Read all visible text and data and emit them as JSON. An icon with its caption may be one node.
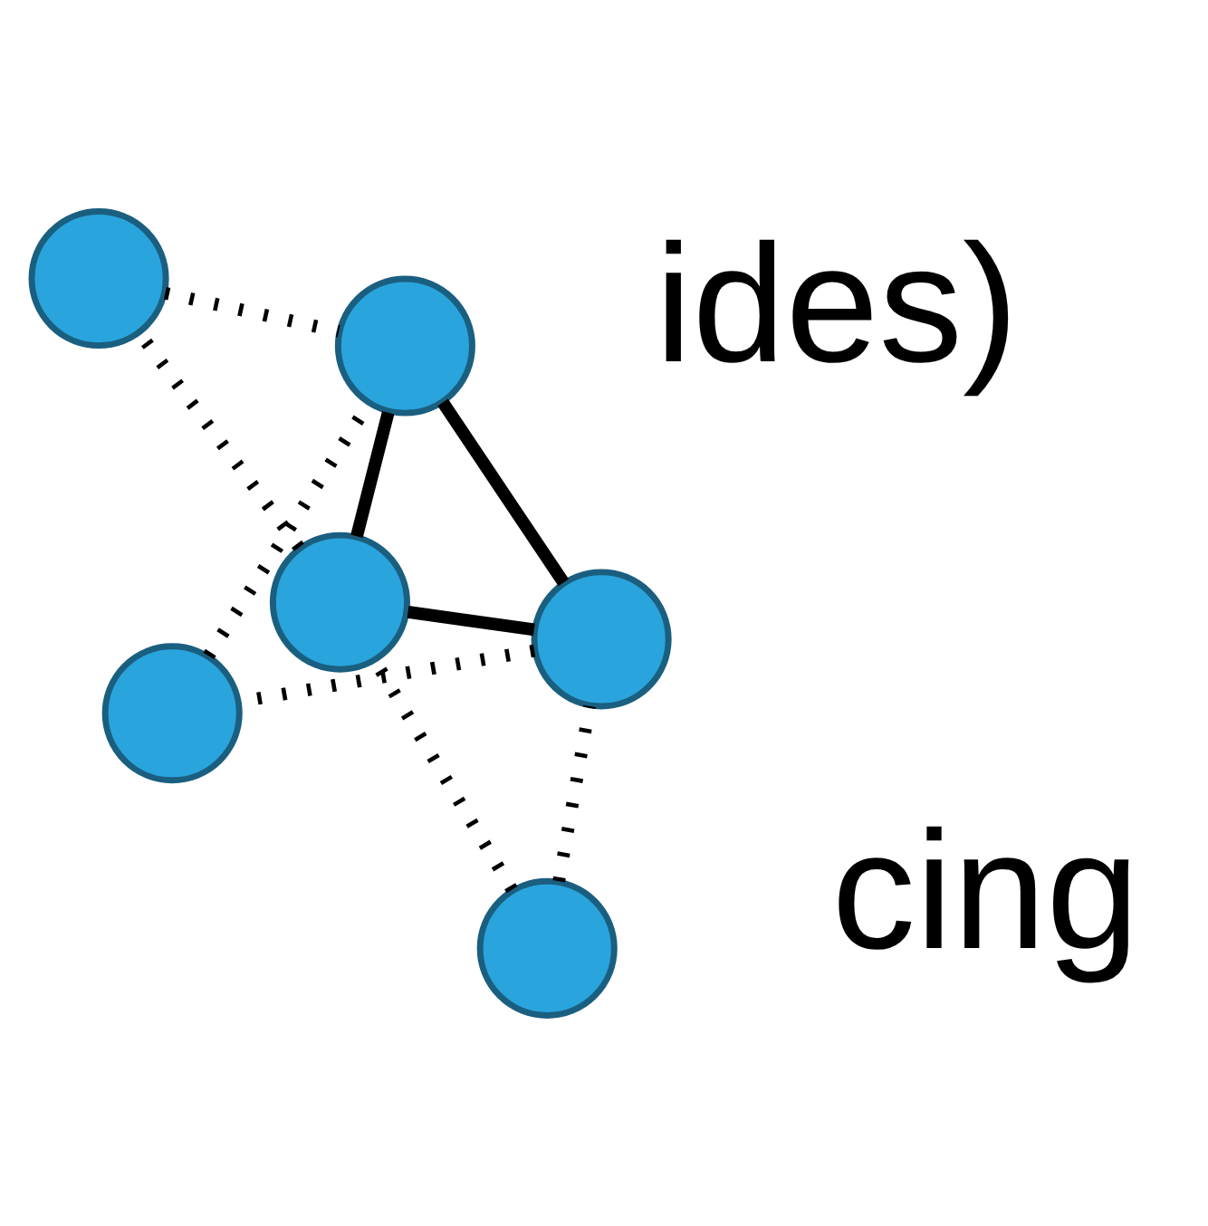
{
  "diagram": {
    "nodes": [
      {
        "text": [],
        "shape": "circle"
      },
      {
        "text": [],
        "shape": "circle"
      },
      {
        "text": [],
        "shape": "circle"
      },
      {
        "text": [],
        "shape": "circle"
      },
      {
        "text": [],
        "shape": "circle"
      },
      {
        "text": [],
        "shape": "circle"
      }
    ],
    "edges": [
      {
        "from": 1,
        "to": 0,
        "arrow": "none",
        "style": "dashed"
      },
      {
        "from": 2,
        "to": 1,
        "arrow": "none",
        "style": "dashed"
      },
      {
        "from": 1,
        "to": 3,
        "arrow": "none"
      },
      {
        "from": 1,
        "to": 4,
        "arrow": "none"
      },
      {
        "from": 2,
        "to": 4,
        "arrow": "none",
        "style": "dashed"
      },
      {
        "from": 0,
        "to": 3,
        "arrow": "none",
        "style": "dashed"
      },
      {
        "from": 4,
        "to": 3,
        "arrow": "none"
      },
      {
        "from": 4,
        "to": 5,
        "arrow": "none",
        "style": "dashed"
      },
      {
        "from": 5,
        "to": 3,
        "arrow": "none",
        "style": "dashed"
      }
    ],
    "labels": [
      "ides)",
      "cing"
    ]
  }
}
